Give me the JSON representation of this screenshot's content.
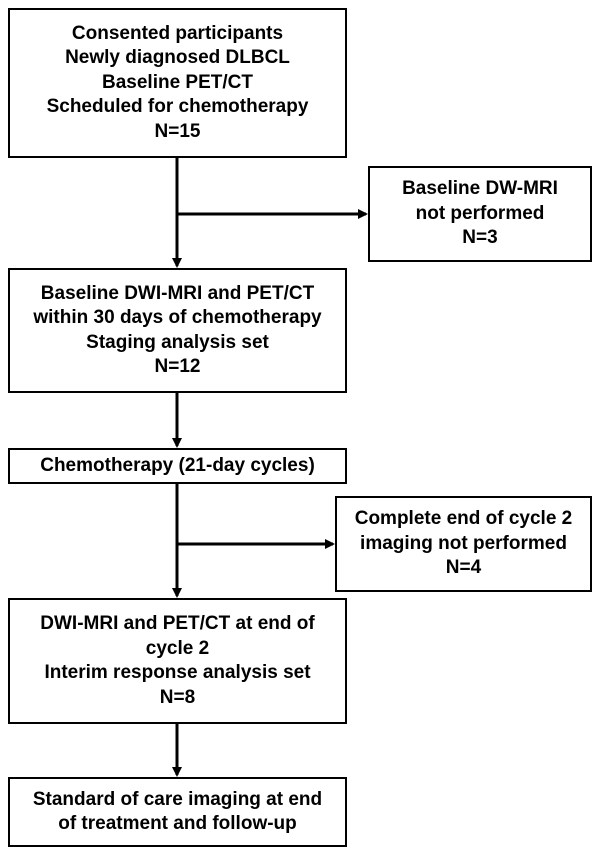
{
  "boxes": {
    "consented": {
      "lines": [
        "Consented participants",
        "Newly diagnosed DLBCL",
        "Baseline PET/CT",
        "Scheduled for chemotherapy",
        "N=15"
      ]
    },
    "excluded_baseline": {
      "lines": [
        "Baseline DW-MRI",
        "not performed",
        "N=3"
      ]
    },
    "staging": {
      "lines": [
        "Baseline DWI-MRI and PET/CT",
        "within 30 days of chemotherapy",
        "Staging analysis set",
        "N=12"
      ]
    },
    "chemo": {
      "lines": [
        "Chemotherapy (21-day cycles)"
      ]
    },
    "excluded_cycle2": {
      "lines": [
        "Complete end of cycle 2",
        "imaging not performed",
        "N=4"
      ]
    },
    "interim": {
      "lines": [
        "DWI-MRI and PET/CT at end of",
        "cycle 2",
        "Interim response analysis set",
        "N=8"
      ]
    },
    "standard_care": {
      "lines": [
        "Standard of care imaging at end",
        "of treatment and follow-up"
      ]
    }
  },
  "colors": {
    "stroke": "#000000",
    "background": "#ffffff"
  }
}
